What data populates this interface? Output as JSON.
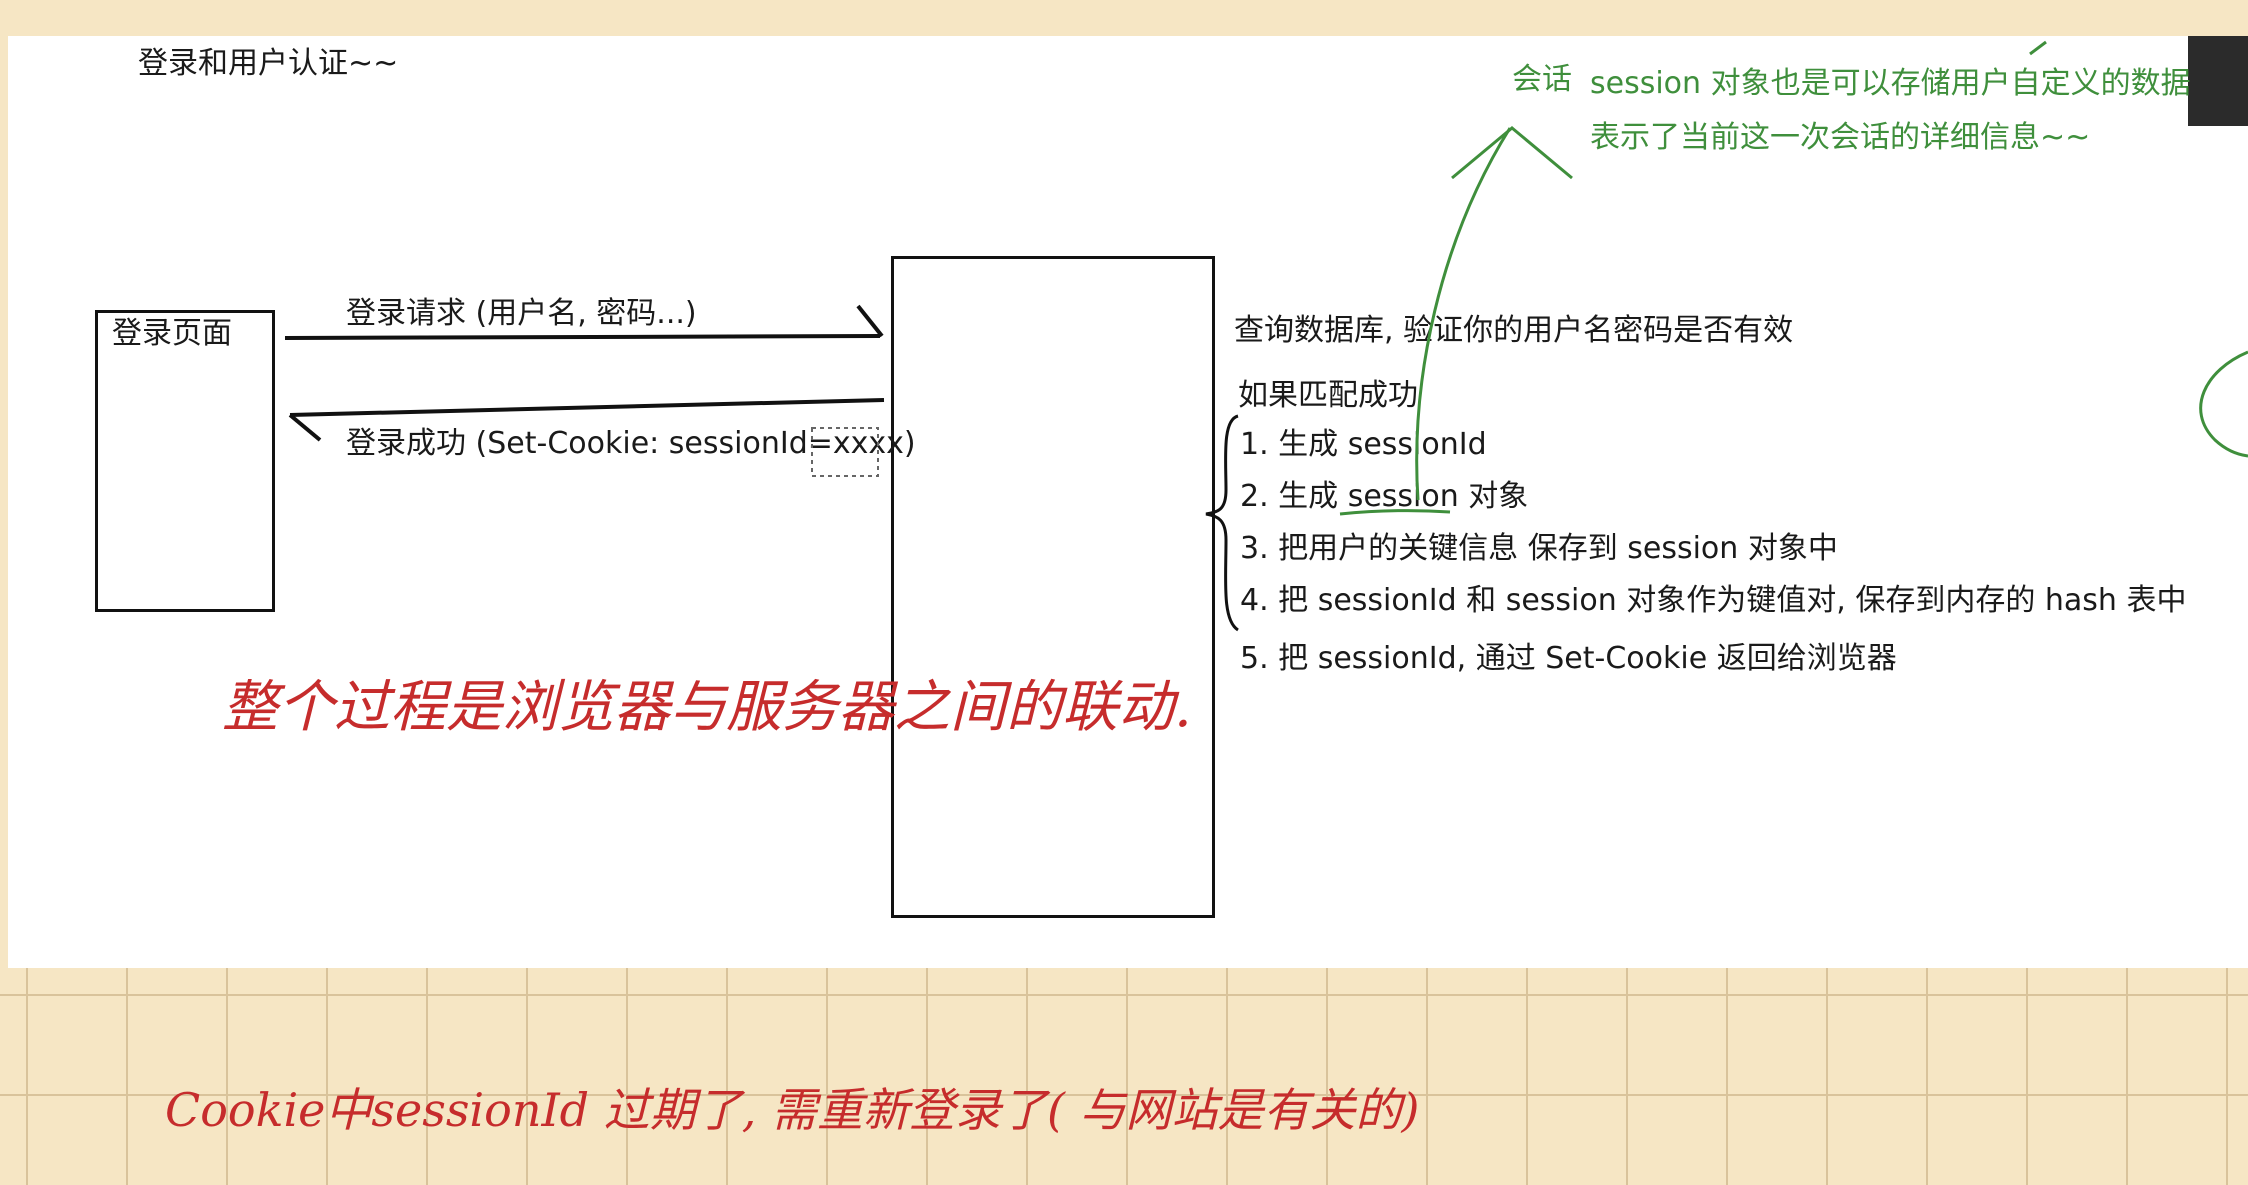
{
  "diagram": {
    "heading": "登录和用户认证~~",
    "left_box_label": "登录页面",
    "request_label": "登录请求 (用户名, 密码...)",
    "response_label": "登录成功 (Set-Cookie: sessionId=xxxx)",
    "server_note": "查询数据库, 验证你的用户名密码是否有效",
    "match_label": "如果匹配成功",
    "steps": [
      "1. 生成 sessionId",
      "2. 生成 session 对象",
      "3. 把用户的关键信息 保存到 session 对象中",
      "4. 把 sessionId 和 session 对象作为键值对, 保存到内存的 hash 表中",
      "5. 把 sessionId, 通过 Set-Cookie 返回给浏览器"
    ]
  },
  "annotations": {
    "green_label": "会话",
    "green_line1": "session 对象也是可以存储用户自定义的数据",
    "green_line2": "表示了当前这一次会话的详细信息~~",
    "red_note_middle": "整个过程是浏览器与服务器之间的联动.",
    "red_note_bottom": "Cookie中sessionId 过期了, 需重新登录了( 与网站是有关的)"
  },
  "colors": {
    "background": "#f6e6c4",
    "canvas": "#ffffff",
    "green": "#3f8f3c",
    "red": "#c62c2c",
    "line": "#111111"
  }
}
